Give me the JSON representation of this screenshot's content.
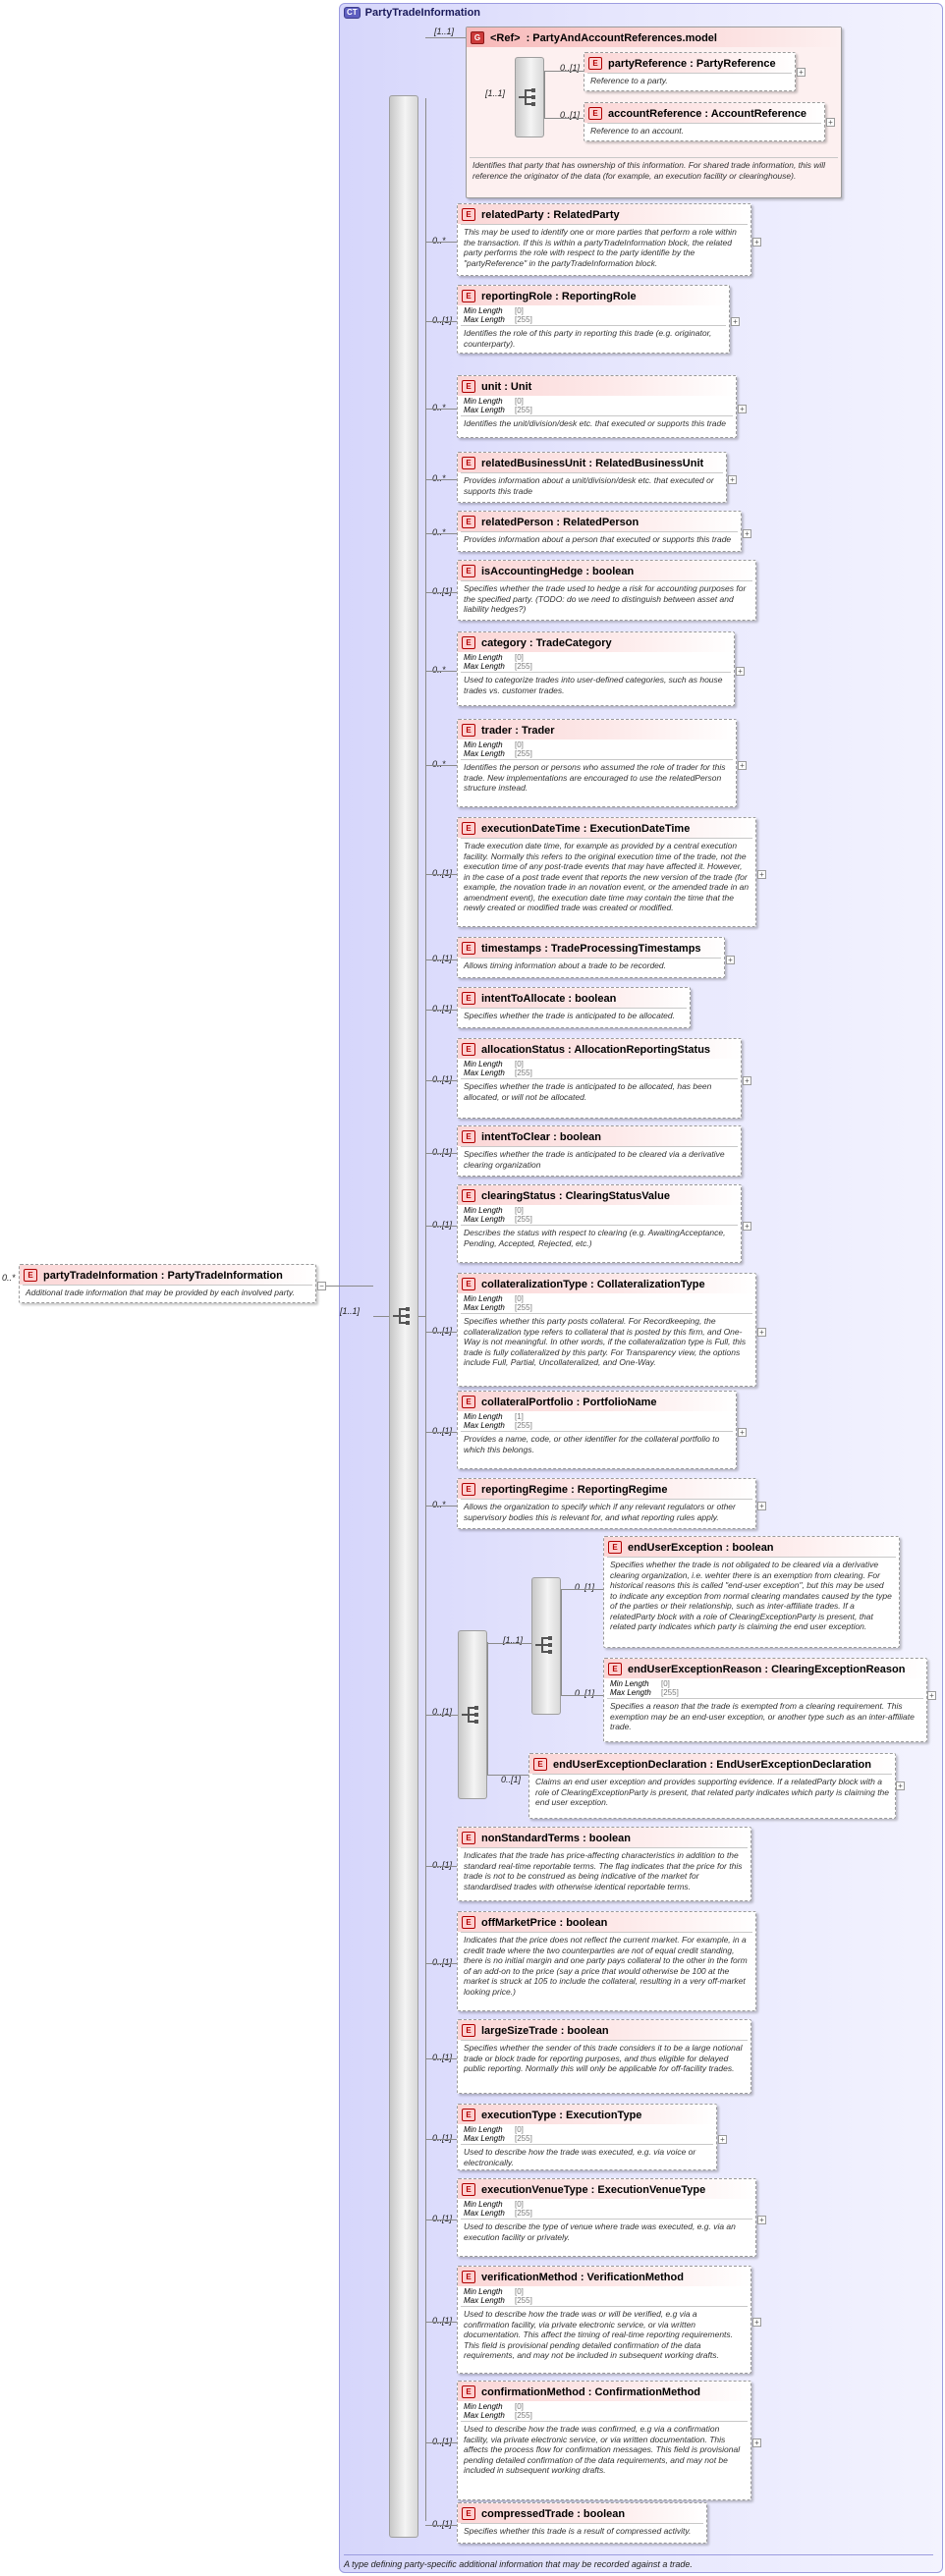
{
  "root": {
    "multiplicity": "0..*",
    "name": "partyTradeInformation : PartyTradeInformation",
    "description": "Additional trade information that may be provided by each involved party."
  },
  "complex_type": {
    "badge": "CT",
    "name": "PartyTradeInformation",
    "footer": "A type defining party-specific additional information that may be recorded against a trade."
  },
  "seq_main_multiplicity": "[1..1]",
  "group": {
    "badge": "G",
    "multiplicity": "[1..1]",
    "name": "<Ref>",
    "model": ": PartyAndAccountReferences.model",
    "inner_multiplicity": "[1..1]",
    "description": "Identifies that party that has ownership of this information. For shared trade information, this will reference the originator of the data (for example, an execution facility or clearinghouse).",
    "children": [
      {
        "multiplicity": "0..[1]",
        "name": "partyReference : PartyReference",
        "description": "Reference to a party."
      },
      {
        "multiplicity": "0..[1]",
        "name": "accountReference : AccountReference",
        "description": "Reference to an account."
      }
    ]
  },
  "facet_labels": {
    "min": "Min Length",
    "max": "Max Length"
  },
  "elements": [
    {
      "multiplicity": "0..*",
      "name": "relatedParty : RelatedParty",
      "description": "This may be used to identify one or more parties that perform a role within the transaction. If this is within a partyTradeInformation block, the related party performs the role with respect to the party identifie by the \"partyReference\" in the partyTradeInformation block."
    },
    {
      "multiplicity": "0..[1]",
      "name": "reportingRole : ReportingRole",
      "min": "[0]",
      "max": "[255]",
      "description": "Identifies the role of this party in reporting this trade (e.g. originator, counterparty)."
    },
    {
      "multiplicity": "0..*",
      "name": "unit : Unit",
      "min": "[0]",
      "max": "[255]",
      "description": "Identifies the unit/division/desk etc. that executed or supports this trade"
    },
    {
      "multiplicity": "0..*",
      "name": "relatedBusinessUnit : RelatedBusinessUnit",
      "description": "Provides information about a unit/division/desk etc. that executed or supports this trade"
    },
    {
      "multiplicity": "0..*",
      "name": "relatedPerson : RelatedPerson",
      "description": "Provides information about a person that executed or supports this trade"
    },
    {
      "multiplicity": "0..[1]",
      "name": "isAccountingHedge : boolean",
      "description": "Specifies whether the trade used to hedge a risk for accounting purposes for the specified party. (TODO: do we need to distinguish between asset and liability hedges?)"
    },
    {
      "multiplicity": "0..*",
      "name": "category : TradeCategory",
      "min": "[0]",
      "max": "[255]",
      "description": "Used to categorize trades into user-defined categories, such as house trades vs. customer trades."
    },
    {
      "multiplicity": "0..*",
      "name": "trader : Trader",
      "min": "[0]",
      "max": "[255]",
      "description": "Identifies the person or persons who assumed the role of trader for this trade. New implementations are encouraged to use the relatedPerson structure instead."
    },
    {
      "multiplicity": "0..[1]",
      "name": "executionDateTime : ExecutionDateTime",
      "description": "Trade execution date time, for example as provided by a central execution facility. Normally this refers to the original execution time of the trade, not the execution time of any post-trade events that may have affected it. However, in the case of a post trade event that reports the new version of the trade (for example, the novation trade in an novation event, or the amended trade in an amendment event), the execution date time may contain the time that the newly created or modified trade was created or modified."
    },
    {
      "multiplicity": "0..[1]",
      "name": "timestamps : TradeProcessingTimestamps",
      "description": "Allows timing information about a trade to be recorded."
    },
    {
      "multiplicity": "0..[1]",
      "name": "intentToAllocate : boolean",
      "description": "Specifies whether the trade is anticipated to be allocated."
    },
    {
      "multiplicity": "0..[1]",
      "name": "allocationStatus : AllocationReportingStatus",
      "min": "[0]",
      "max": "[255]",
      "description": "Specifies whether the trade is anticipated to be allocated, has been allocated, or will not be allocated."
    },
    {
      "multiplicity": "0..[1]",
      "name": "intentToClear : boolean",
      "description": "Specifies whether the trade is anticipated to be cleared via a derivative clearing organization"
    },
    {
      "multiplicity": "0..[1]",
      "name": "clearingStatus : ClearingStatusValue",
      "min": "[0]",
      "max": "[255]",
      "description": "Describes the status with respect to clearing (e.g. AwaitingAcceptance, Pending, Accepted, Rejected, etc.)"
    },
    {
      "multiplicity": "0..[1]",
      "name": "collateralizationType : CollateralizationType",
      "min": "[0]",
      "max": "[255]",
      "description": "Specifies whether this party posts collateral. For Recordkeeping, the collateralization type refers to collateral that is posted by this firm, and One-Way is not meaningful. In other words, if the collateralization type is Full, this trade is fully collateralized by this party. For Transparency view, the options include Full, Partial, Uncollateralized, and One-Way."
    },
    {
      "multiplicity": "0..[1]",
      "name": "collateralPortfolio : PortfolioName",
      "min": "[1]",
      "max": "[255]",
      "description": "Provides a name, code, or other identifier for the collateral portfolio to which this belongs."
    },
    {
      "multiplicity": "0..*",
      "name": "reportingRegime : ReportingRegime",
      "description": "Allows the organization to specify which if any relevant regulators or other supervisory bodies this is relevant for, and what reporting rules apply."
    }
  ],
  "end_user": {
    "multiplicity": "0..[1]",
    "inner_multiplicity": "[1..1]",
    "exception": {
      "multiplicity": "0..[1]",
      "name": "endUserException : boolean",
      "description": "Specifies whether the trade is not obligated to be cleared via a derivative clearing organization, i.e. wehter there is an exemption from clearing. For historical reasons this is called \"end-user exception\", but this may be used to indicate any exception from normal clearing mandates caused by the type of the parties or their relationship, such as inter-affiliate trades. If a relatedParty block with a role of ClearingExceptionParty is present, that related party indicates which party is claiming the end user exception."
    },
    "reason": {
      "multiplicity": "0..[1]",
      "name": "endUserExceptionReason : ClearingExceptionReason",
      "min": "[0]",
      "max": "[255]",
      "description": "Specifies a reason that the trade is exempted from a clearing requirement. This exemption may be an end-user exception, or another type such as an inter-affiliate trade."
    },
    "declaration": {
      "multiplicity": "0..[1]",
      "name": "endUserExceptionDeclaration : EndUserExceptionDeclaration",
      "description": "Claims an end user exception and provides supporting evidence. If a relatedParty block with a role of ClearingExceptionParty is present, that related party indicates which party is claiming the end user exception."
    }
  },
  "elements_after": [
    {
      "multiplicity": "0..[1]",
      "name": "nonStandardTerms : boolean",
      "description": "Indicates that the trade has price-affecting characteristics in addition to the standard real-time reportable terms. The flag indicates that the price for this trade is not to be construed as being indicative of the market for standardised trades with otherwise identical reportable terms."
    },
    {
      "multiplicity": "0..[1]",
      "name": "offMarketPrice : boolean",
      "description": "Indicates that the price does not reflect the current market. For example, in a credit trade where the two counterparties are not of equal credit standing, there is no initial margin and one party pays collateral to the other in the form of an add-on to the price (say a price that would otherwise be 100 at the market is struck at 105 to include the collateral, resulting in a very off-market looking price.)"
    },
    {
      "multiplicity": "0..[1]",
      "name": "largeSizeTrade : boolean",
      "description": "Specifies whether the sender of this trade considers it to be a large notional trade or block trade for reporting purposes, and thus eligible for delayed public reporting. Normally this will only be applicable for off-facility trades."
    },
    {
      "multiplicity": "0..[1]",
      "name": "executionType : ExecutionType",
      "min": "[0]",
      "max": "[255]",
      "description": "Used to describe how the trade was executed, e.g. via voice or electronically."
    },
    {
      "multiplicity": "0..[1]",
      "name": "executionVenueType : ExecutionVenueType",
      "min": "[0]",
      "max": "[255]",
      "description": "Used to describe the type of venue where trade was executed, e.g. via an execution facility or privately."
    },
    {
      "multiplicity": "0..[1]",
      "name": "verificationMethod : VerificationMethod",
      "min": "[0]",
      "max": "[255]",
      "description": "Used to describe how the trade was or will be verified, e.g via a confirmation facility, via private electronic service, or via written documentation. This affect the timing of real-time reporting requirements. This field is provisional pending detailed confirmation of the data requirements, and may not be included in subsequent working drafts."
    },
    {
      "multiplicity": "0..[1]",
      "name": "confirmationMethod : ConfirmationMethod",
      "min": "[0]",
      "max": "[255]",
      "description": "Used to describe how the trade was confirmed, e.g via a confirmation facility, via private electronic service, or via written documentation. This affects the process flow for confirmation messages. This field is provisional pending detailed confirmation of the data requirements, and may not be included in subsequent working drafts."
    },
    {
      "multiplicity": "0..[1]",
      "name": "compressedTrade : boolean",
      "description": "Specifies whether this trade is a result of compressed activity."
    }
  ],
  "badge_element": "E",
  "expand_symbol": "+",
  "collapse_symbol": "−"
}
